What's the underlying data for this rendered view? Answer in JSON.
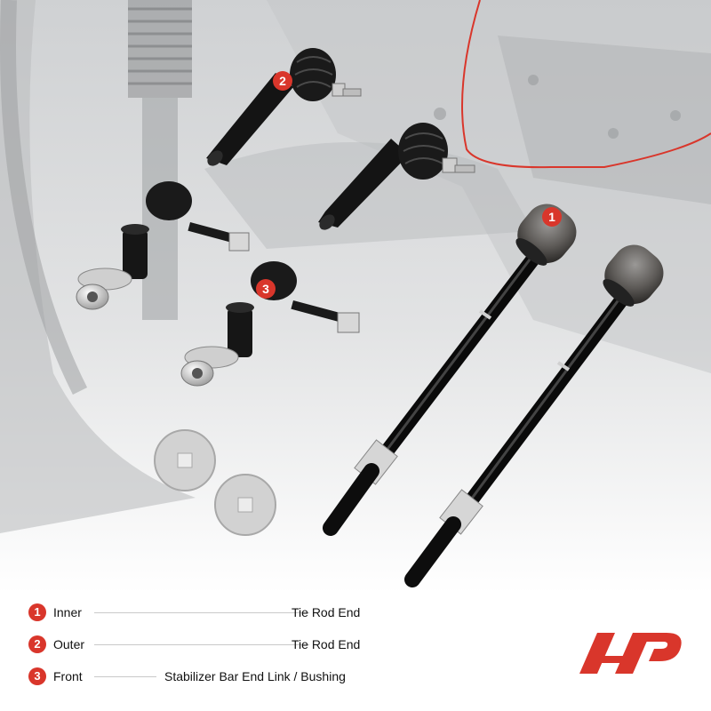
{
  "legend": {
    "items": [
      {
        "number": "1",
        "label": "Inner",
        "value": "Tie Rod End"
      },
      {
        "number": "2",
        "label": "Outer",
        "value": "Tie Rod End"
      },
      {
        "number": "3",
        "label": "Front",
        "value": "Stabilizer Bar End Link / Bushing"
      }
    ]
  },
  "colors": {
    "accent": "#d9362b",
    "part_black": "#111111",
    "background_gray": "#d4d6d8"
  },
  "icons": [
    "brand-logo-icon",
    "callout-badge-icon"
  ]
}
